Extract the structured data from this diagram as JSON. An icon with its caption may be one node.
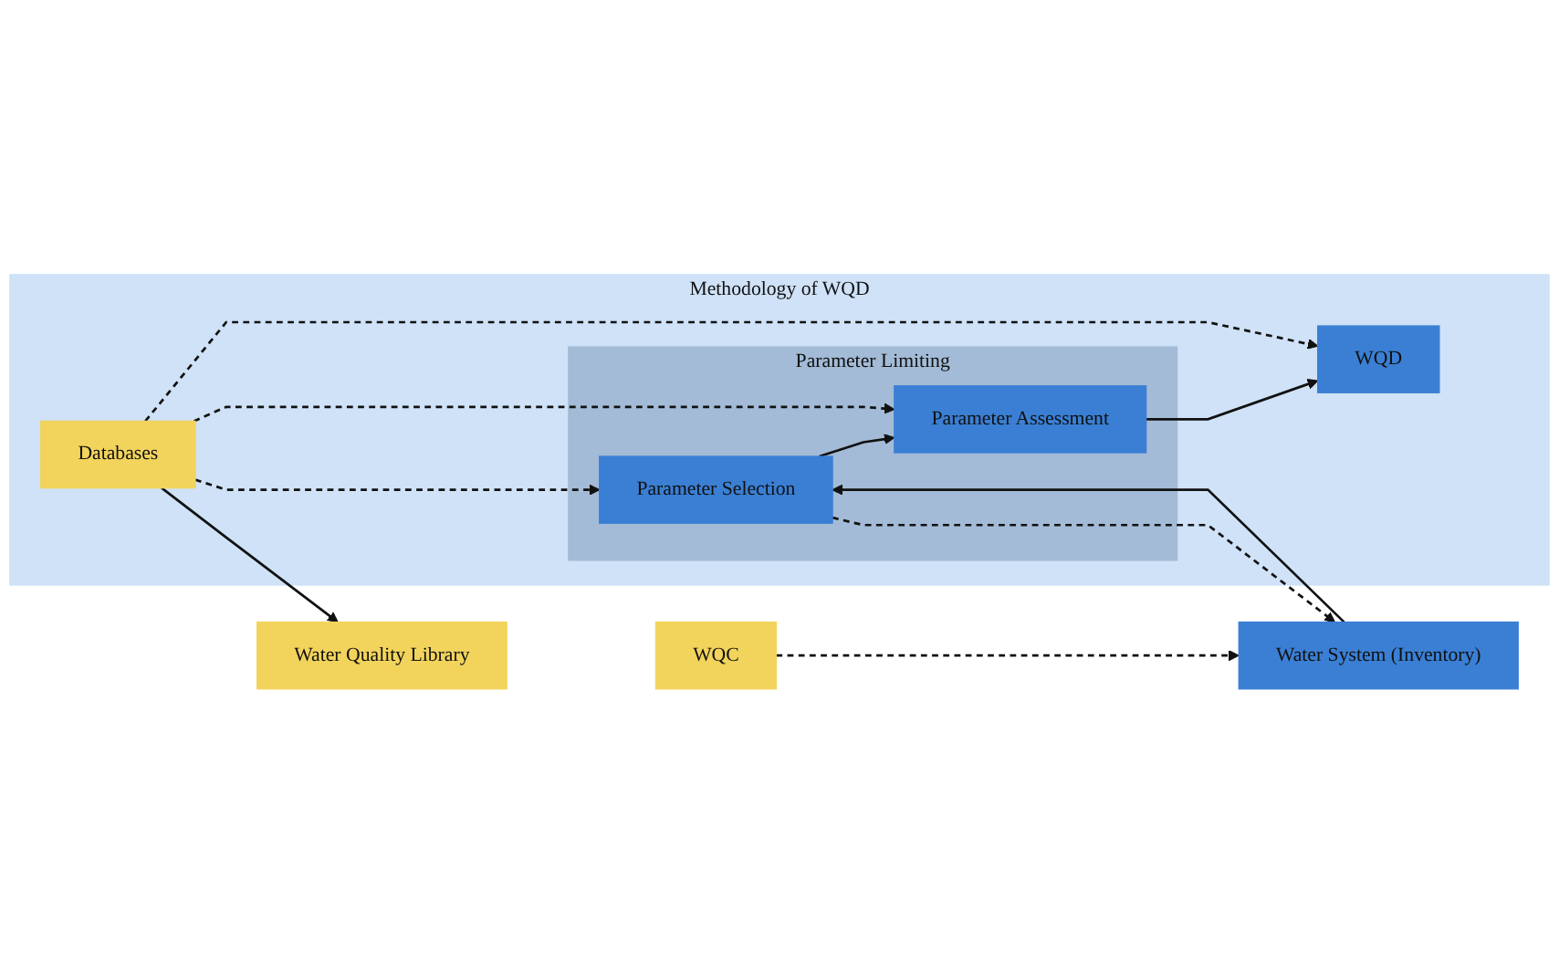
{
  "diagram": {
    "nodes": [
      {
        "text": [
          "Methodology of WQD"
        ]
      },
      {
        "text": [
          "Parameter Limiting"
        ],
        "in": 0
      },
      {
        "text": [
          "Water System (Inventory)"
        ]
      },
      {
        "text": [
          "Parameter Selection"
        ],
        "in": 1
      },
      {
        "text": [
          "Parameter Assessment"
        ],
        "in": 1
      },
      {
        "text": [
          "WQD"
        ],
        "in": 0
      },
      {
        "text": [
          "Databases"
        ],
        "in": 0
      },
      {
        "text": [
          "WQC"
        ]
      },
      {
        "text": [
          "Water Quality Library"
        ]
      }
    ],
    "edges": [
      {
        "from": 2,
        "to": 3,
        "arrow": "to"
      },
      {
        "from": 3,
        "to": 2,
        "arrow": "to",
        "style": "dashed"
      },
      {
        "from": 3,
        "to": 4,
        "arrow": "to"
      },
      {
        "from": 4,
        "to": 5,
        "arrow": "to"
      },
      {
        "from": 6,
        "to": 3,
        "arrow": "to",
        "style": "dashed"
      },
      {
        "from": 6,
        "to": 4,
        "arrow": "to",
        "style": "dashed"
      },
      {
        "from": 6,
        "to": 5,
        "arrow": "to",
        "style": "dashed"
      },
      {
        "from": 7,
        "to": 2,
        "arrow": "to",
        "style": "dashed"
      },
      {
        "from": 6,
        "to": 8,
        "arrow": "to"
      }
    ]
  }
}
